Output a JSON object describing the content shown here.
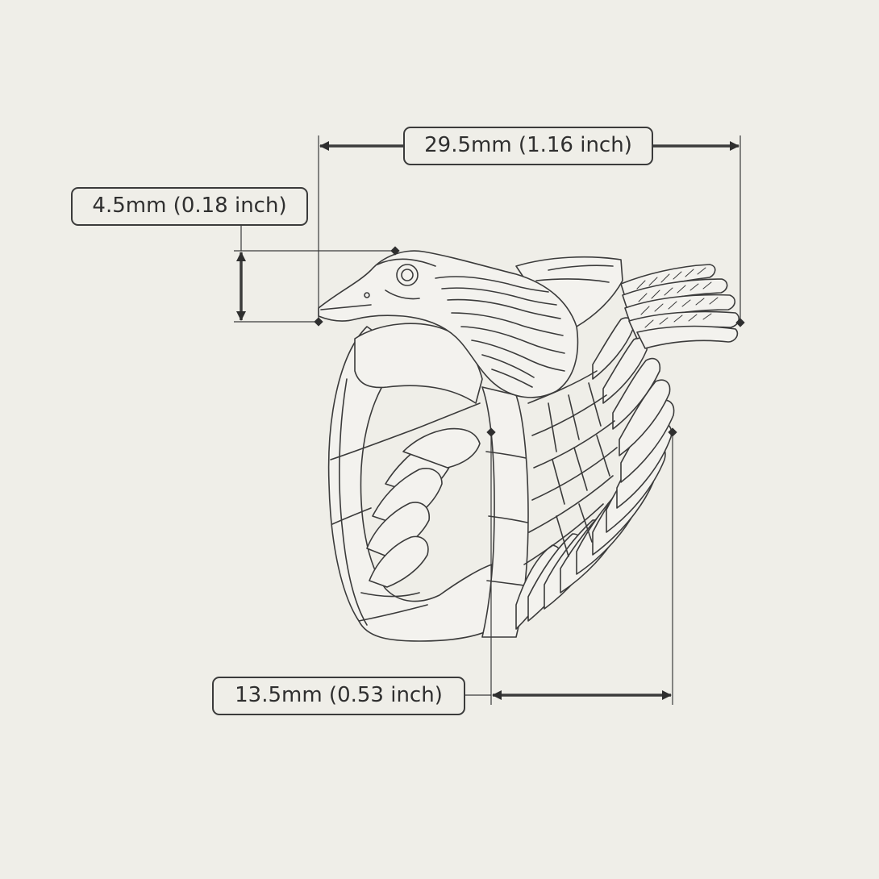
{
  "dimensions": {
    "overall_width": "29.5mm (1.16 inch)",
    "head_height": "4.5mm (0.18 inch)",
    "band_width": "13.5mm (0.53 inch)"
  },
  "colors": {
    "background": "#efeee8",
    "line": "#3b3b3b",
    "ring_fill": "#f3f2ee"
  },
  "subject_icon": "bird-ring-icon"
}
